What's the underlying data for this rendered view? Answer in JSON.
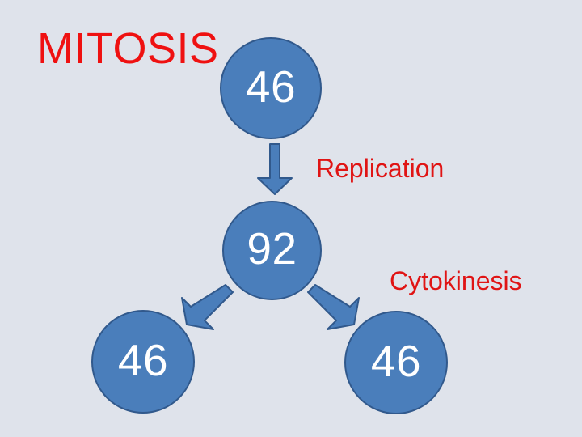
{
  "slide": {
    "title": "MITOSIS",
    "background_color": "#dfe3eb",
    "title_color": "#ef1111"
  },
  "diagram": {
    "node_fill_color": "#4a7ebb",
    "node_border_color": "#31598c",
    "node_text_color": "#ffffff",
    "arrow_fill_color": "#4a7ebb",
    "arrow_border_color": "#31598c",
    "annotation_color": "#e01414",
    "nodes": [
      {
        "id": "parent-cell",
        "label": "46"
      },
      {
        "id": "replicated-cell",
        "label": "92"
      },
      {
        "id": "daughter-cell-left",
        "label": "46"
      },
      {
        "id": "daughter-cell-right",
        "label": "46"
      }
    ],
    "annotations": [
      {
        "id": "replication",
        "label": "Replication"
      },
      {
        "id": "cytokinesis",
        "label": "Cytokinesis"
      }
    ],
    "arrows": [
      {
        "id": "arrow-replication",
        "direction": "down"
      },
      {
        "id": "arrow-cytokinesis-left",
        "direction": "down-left"
      },
      {
        "id": "arrow-cytokinesis-right",
        "direction": "down-right"
      }
    ]
  }
}
